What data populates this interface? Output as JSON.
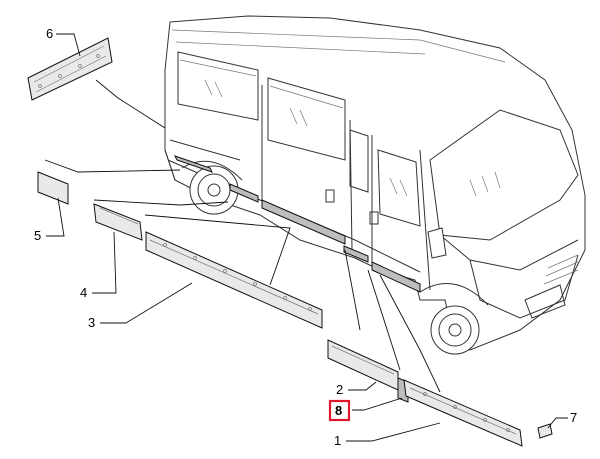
{
  "callouts": [
    {
      "id": "1",
      "label": "1",
      "highlighted": false
    },
    {
      "id": "2",
      "label": "2",
      "highlighted": false
    },
    {
      "id": "3",
      "label": "3",
      "highlighted": false
    },
    {
      "id": "4",
      "label": "4",
      "highlighted": false
    },
    {
      "id": "5",
      "label": "5",
      "highlighted": false
    },
    {
      "id": "6",
      "label": "6",
      "highlighted": false
    },
    {
      "id": "7",
      "label": "7",
      "highlighted": false
    },
    {
      "id": "8",
      "label": "8",
      "highlighted": true
    }
  ],
  "colors": {
    "highlight": "#e0182d",
    "line": "#222222",
    "background": "#ffffff"
  }
}
